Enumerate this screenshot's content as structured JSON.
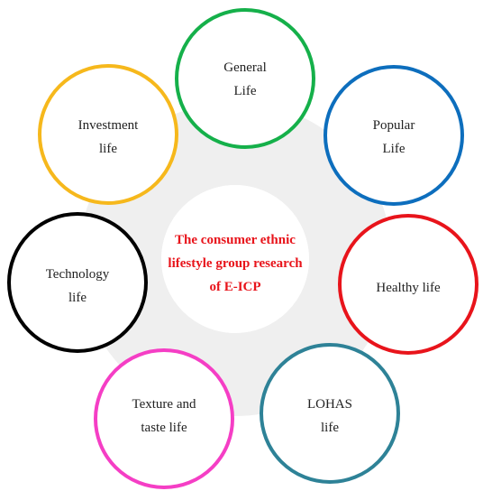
{
  "diagram": {
    "center": {
      "lines": [
        "The consumer ethnic",
        "lifestyle group research",
        "of E-ICP"
      ],
      "text_color": "#e8141b"
    },
    "ring_color": "#efefef",
    "nodes": [
      {
        "id": "general-life",
        "lines": [
          "General",
          "Life"
        ],
        "color": "#15b04a"
      },
      {
        "id": "popular-life",
        "lines": [
          "Popular",
          "Life"
        ],
        "color": "#0d6ebd"
      },
      {
        "id": "healthy-life",
        "lines": [
          "Healthy life"
        ],
        "color": "#e8141b"
      },
      {
        "id": "lohas-life",
        "lines": [
          "LOHAS",
          "life"
        ],
        "color": "#2e8297"
      },
      {
        "id": "texture-and-taste-life",
        "lines": [
          "Texture and",
          "taste life"
        ],
        "color": "#f53ec5"
      },
      {
        "id": "technology-life",
        "lines": [
          "Technology",
          "life"
        ],
        "color": "#000000"
      },
      {
        "id": "investment-life",
        "lines": [
          "Investment",
          "life"
        ],
        "color": "#f6b81c"
      }
    ]
  }
}
